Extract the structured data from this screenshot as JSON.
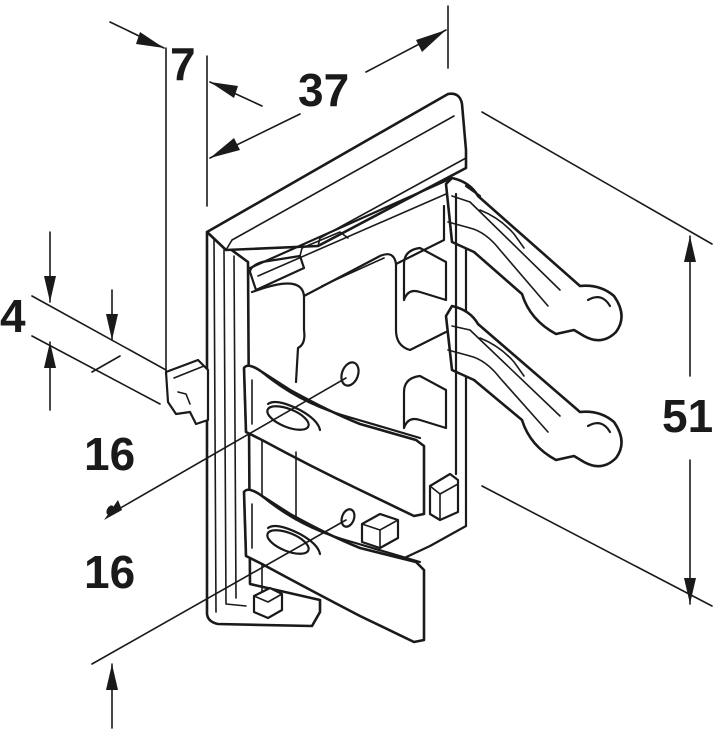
{
  "dimensions": {
    "top_depth": "7",
    "width": "37",
    "slot_height": "4",
    "hole_spacing_top": "16",
    "hole_spacing_bottom": "16",
    "height": "51"
  },
  "colors": {
    "line": "#1a1a1a",
    "background": "#ffffff"
  }
}
